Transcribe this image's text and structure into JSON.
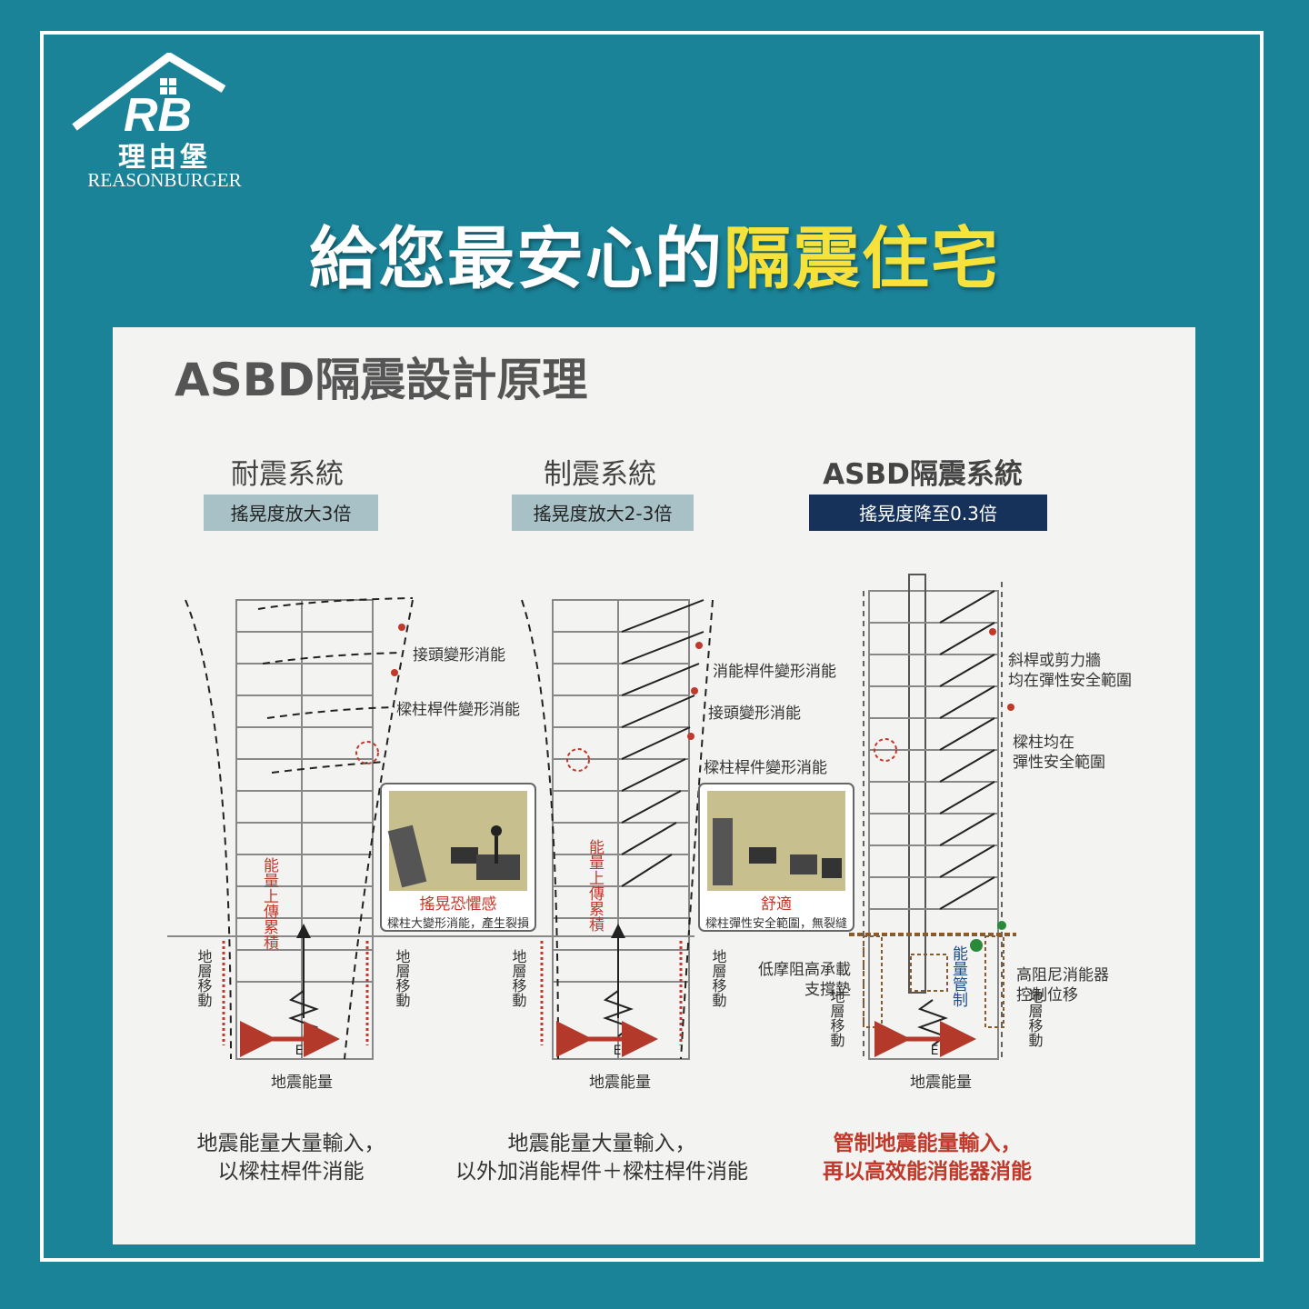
{
  "logo": {
    "mark": "RB",
    "name_zh": "理由堡",
    "name_en": "REASONBURGER"
  },
  "headline": {
    "part1": "給您最安心的",
    "part2": "隔震住宅"
  },
  "colors": {
    "background": "#1b8398",
    "highlight": "#f7e23c",
    "panel": "#f3f3f1",
    "badge_grey": "#a7c1c6",
    "badge_navy": "#17325a",
    "accent_red": "#c0392b"
  },
  "diagram": {
    "title": "ASBD隔震設計原理",
    "columns": [
      {
        "system": "耐震系統",
        "badge": "搖晃度放大3倍",
        "labels": [
          "接頭變形消能",
          "樑柱桿件變形消能"
        ],
        "room_caption1": "搖晃恐懼感",
        "room_caption2": "樑柱大變形消能，產生裂損",
        "energy_up": "能量上傳累積",
        "ground_move": "地層移動",
        "e_label": "E",
        "energy_label": "地震能量",
        "bottom_line1": "地震能量大量輸入，",
        "bottom_line2": "以樑柱桿件消能"
      },
      {
        "system": "制震系統",
        "badge": "搖晃度放大2-3倍",
        "labels": [
          "消能桿件變形消能",
          "接頭變形消能",
          "樑柱桿件變形消能"
        ],
        "room_caption1": "舒適",
        "room_caption2": "樑柱彈性安全範圍，無裂縫",
        "energy_up": "能量上傳累積",
        "ground_move": "地層移動",
        "e_label": "E",
        "energy_label": "地震能量",
        "bottom_line1": "地震能量大量輸入，",
        "bottom_line2": "以外加消能桿件＋樑柱桿件消能"
      },
      {
        "system": "ASBD隔震系統",
        "badge": "搖晃度降至0.3倍",
        "labels": [
          "斜桿或剪力牆",
          "均在彈性安全範圍",
          "樑柱均在",
          "彈性安全範圍"
        ],
        "bearing_label1": "低摩阻高承載",
        "bearing_label2": "支撐墊",
        "energy_ctrl": "能量管制",
        "damper_label1": "高阻尼消能器",
        "damper_label2": "控制位移",
        "ground_move": "地層移動",
        "e_label": "E",
        "energy_label": "地震能量",
        "bottom_line1": "管制地震能量輸入，",
        "bottom_line2": "再以高效能消能器消能"
      }
    ]
  }
}
